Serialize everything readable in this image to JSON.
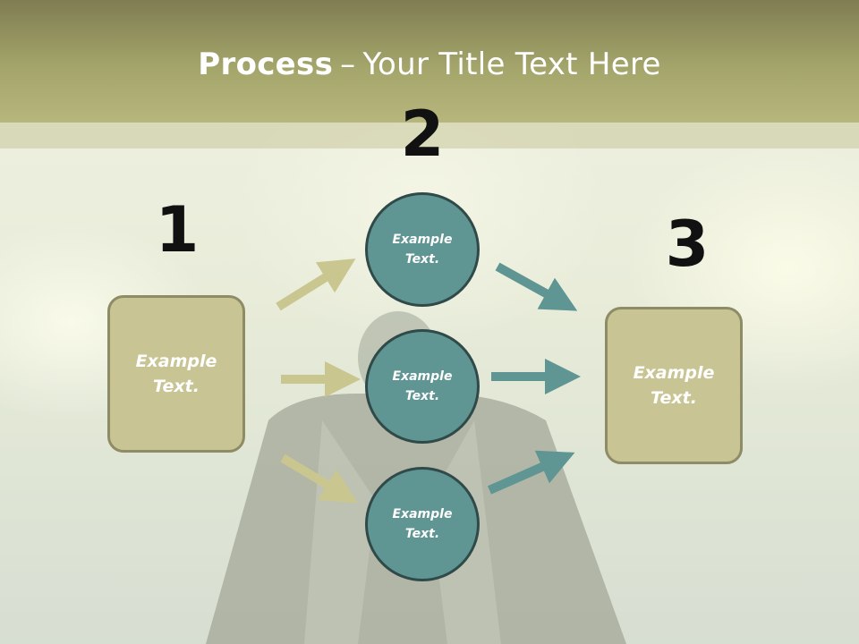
{
  "title": {
    "bold": "Process",
    "dash": "–",
    "rest": "Your Title Text Here"
  },
  "steps": [
    {
      "number": "1",
      "text": "Example Text."
    },
    {
      "number": "2",
      "text": "Example Text."
    },
    {
      "number": "3",
      "text": "Example Text."
    }
  ],
  "middle": [
    {
      "text": "Example Text."
    },
    {
      "text": "Example Text."
    },
    {
      "text": "Example Text."
    }
  ],
  "colors": {
    "header": "#a4a56b",
    "box_fill": "#c8c493",
    "box_border": "#8d8c67",
    "circle_fill": "#5f9593",
    "circle_border": "#2f4a48",
    "arrow_left": "#c9c690",
    "arrow_right": "#5f9593"
  }
}
